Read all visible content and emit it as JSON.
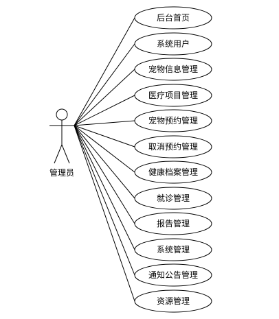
{
  "actor": {
    "label": "管理员"
  },
  "use_cases": [
    {
      "label": "后台首页"
    },
    {
      "label": "系统用户"
    },
    {
      "label": "宠物信息管理"
    },
    {
      "label": "医疗项目管理"
    },
    {
      "label": "宠物预约管理"
    },
    {
      "label": "取消预约管理"
    },
    {
      "label": "健康档案管理"
    },
    {
      "label": "就诊管理"
    },
    {
      "label": "报告管理"
    },
    {
      "label": "系统管理"
    },
    {
      "label": "通知公告管理"
    },
    {
      "label": "资源管理"
    }
  ]
}
